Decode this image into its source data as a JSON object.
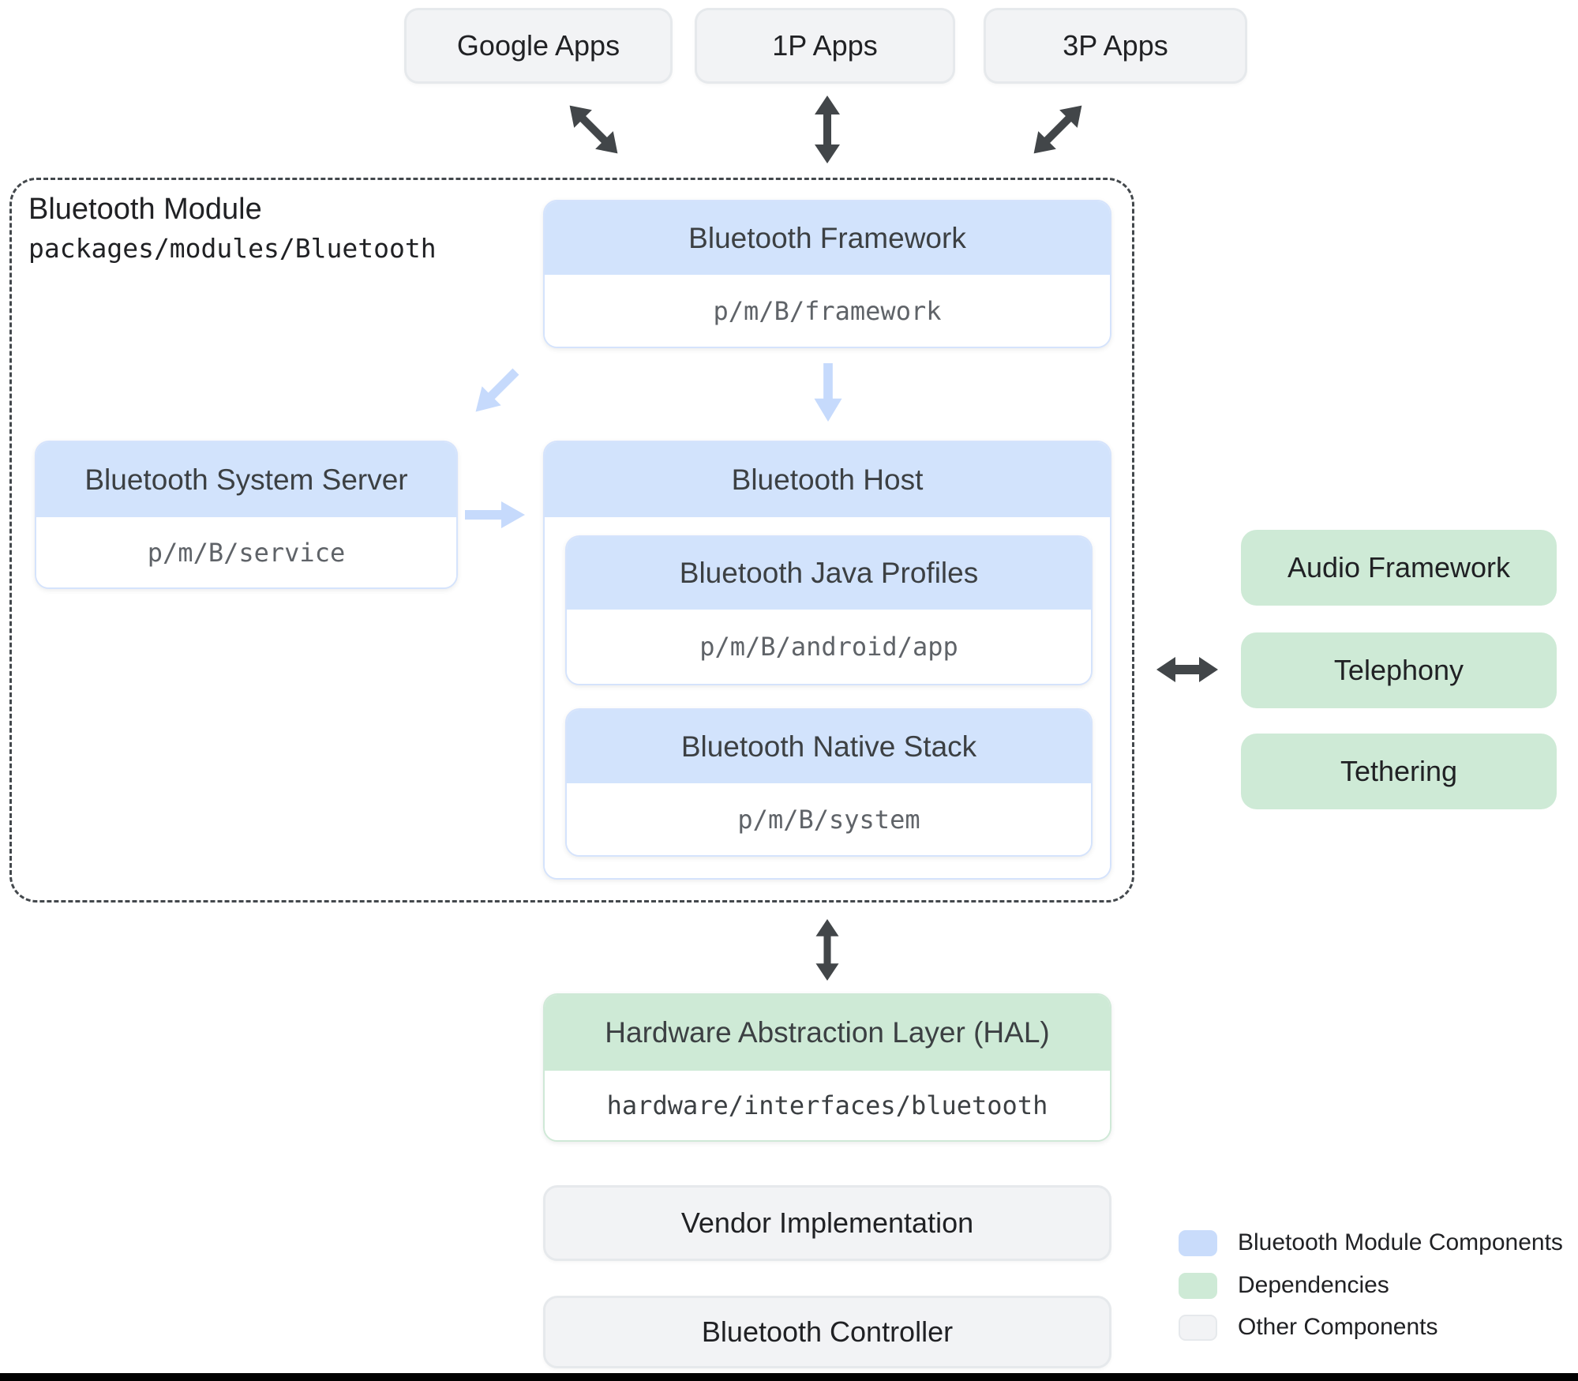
{
  "top_apps": [
    {
      "label": "Google Apps"
    },
    {
      "label": "1P Apps"
    },
    {
      "label": "3P Apps"
    }
  ],
  "module": {
    "title": "Bluetooth Module",
    "path": "packages/modules/Bluetooth",
    "framework": {
      "title": "Bluetooth Framework",
      "path": "p/m/B/framework"
    },
    "system_server": {
      "title": "Bluetooth System Server",
      "path": "p/m/B/service"
    },
    "host": {
      "title": "Bluetooth Host",
      "java_profiles": {
        "title": "Bluetooth Java Profiles",
        "path": "p/m/B/android/app"
      },
      "native_stack": {
        "title": "Bluetooth Native Stack",
        "path": "p/m/B/system"
      }
    }
  },
  "dependencies": [
    {
      "label": "Audio Framework"
    },
    {
      "label": "Telephony"
    },
    {
      "label": "Tethering"
    }
  ],
  "hal": {
    "title": "Hardware Abstraction Layer (HAL)",
    "path": "hardware/interfaces/bluetooth"
  },
  "other_components": [
    {
      "label": "Vendor Implementation"
    },
    {
      "label": "Bluetooth Controller"
    }
  ],
  "legend": [
    {
      "label": "Bluetooth Module Components",
      "color": "#c9dcfb"
    },
    {
      "label": "Dependencies",
      "color": "#ceead6"
    },
    {
      "label": "Other Components",
      "color": "#f2f3f5"
    }
  ],
  "colors": {
    "module_component_fill": "#d2e3fc",
    "dependency_fill": "#ceead6",
    "other_component_fill": "#f2f3f5",
    "dark_arrow": "#424649",
    "blue_arrow": "#c6dafc",
    "dashed_border": "#43484c",
    "header_text": "#3c4043",
    "mono_text": "#5f6368"
  }
}
